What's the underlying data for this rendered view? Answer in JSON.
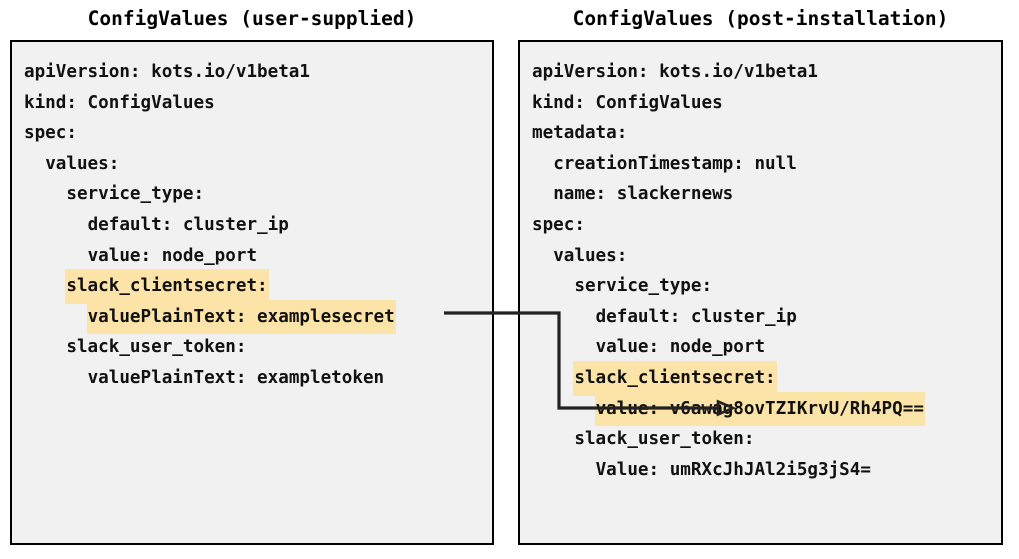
{
  "panels": {
    "left": {
      "title": "ConfigValues (user-supplied)",
      "lines": [
        {
          "text": "apiVersion: kots.io/v1beta1",
          "highlight": false
        },
        {
          "text": "kind: ConfigValues",
          "highlight": false
        },
        {
          "text": "spec:",
          "highlight": false
        },
        {
          "text": "  values:",
          "highlight": false
        },
        {
          "text": "    service_type:",
          "highlight": false
        },
        {
          "text": "      default: cluster_ip",
          "highlight": false
        },
        {
          "text": "      value: node_port",
          "highlight": false
        },
        {
          "text": "    slack_clientsecret:",
          "highlight": true
        },
        {
          "text": "      valuePlainText: examplesecret",
          "highlight": true
        },
        {
          "text": "    slack_user_token:",
          "highlight": false
        },
        {
          "text": "      valuePlainText: exampletoken",
          "highlight": false
        }
      ]
    },
    "right": {
      "title": "ConfigValues (post-installation)",
      "lines": [
        {
          "text": "apiVersion: kots.io/v1beta1",
          "highlight": false
        },
        {
          "text": "kind: ConfigValues",
          "highlight": false
        },
        {
          "text": "metadata:",
          "highlight": false
        },
        {
          "text": "  creationTimestamp: null",
          "highlight": false
        },
        {
          "text": "  name: slackernews",
          "highlight": false
        },
        {
          "text": "spec:",
          "highlight": false
        },
        {
          "text": "  values:",
          "highlight": false
        },
        {
          "text": "    service_type:",
          "highlight": false
        },
        {
          "text": "      default: cluster_ip",
          "highlight": false
        },
        {
          "text": "      value: node_port",
          "highlight": false
        },
        {
          "text": "    slack_clientsecret:",
          "highlight": true
        },
        {
          "text": "      value: v6awag8ovTZIKrvU/Rh4PQ==",
          "highlight": true
        },
        {
          "text": "    slack_user_token:",
          "highlight": false
        },
        {
          "text": "      Value: umRXcJhJAl2i5g3jS4=",
          "highlight": false
        }
      ]
    }
  },
  "connector": {
    "label": "encrypted-value-mapping-arrow",
    "from": "examplesecret",
    "to": "v6awag8ovTZIKrvU/Rh4PQ=="
  },
  "colors": {
    "highlight": "#fce3a8",
    "panel_background": "#f1f1f1",
    "panel_border": "#000000",
    "text": "#111111",
    "connector": "#222222",
    "page_background": "#ffffff"
  }
}
